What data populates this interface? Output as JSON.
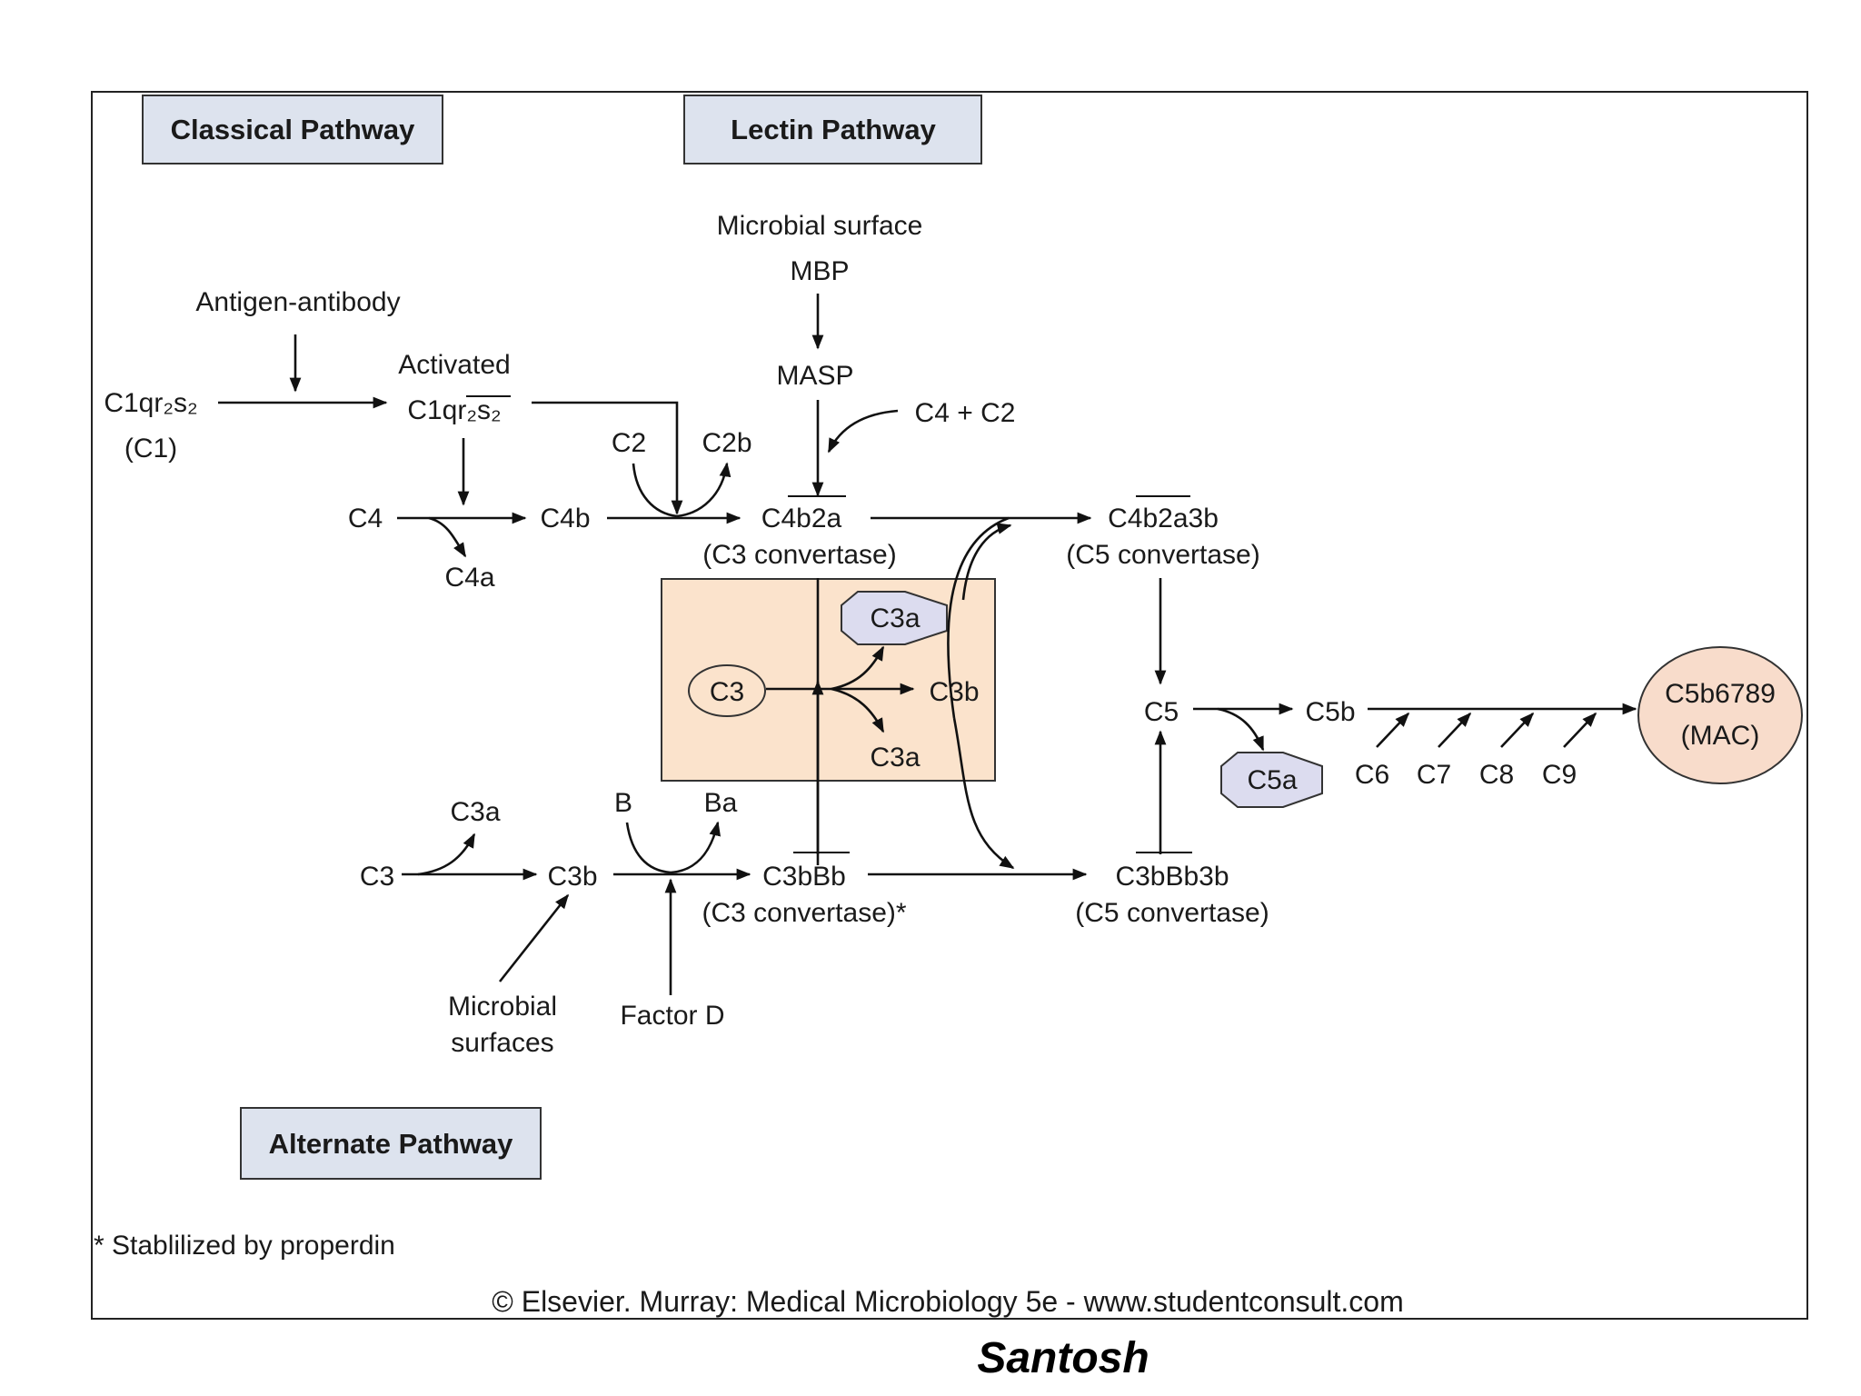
{
  "headers": {
    "classical": "Classical Pathway",
    "lectin": "Lectin Pathway",
    "alternate": "Alternate Pathway"
  },
  "lectin": {
    "surface": "Microbial surface",
    "mbp": "MBP",
    "masp": "MASP",
    "c4c2": "C4 + C2"
  },
  "classical": {
    "antigen": "Antigen-antibody",
    "c1_top": "C1qr₂s₂",
    "c1_sub": "(C1)",
    "activated": "Activated",
    "c1_active": "C1qr₂s₂",
    "c4": "C4",
    "c4a": "C4a",
    "c4b": "C4b",
    "c2": "C2",
    "c2b": "C2b"
  },
  "convertases": {
    "c3_classical": "C4b2a",
    "c3_classical_sub": "(C3 convertase)",
    "c5_classical": "C4b2a3b",
    "c5_classical_sub": "(C5 convertase)",
    "c3_alt": "C3bBb",
    "c3_alt_sub": "(C3 convertase)*",
    "c5_alt": "C3bBb3b",
    "c5_alt_sub": "(C5 convertase)"
  },
  "center": {
    "c3": "C3",
    "c3a_top": "C3a",
    "c3b": "C3b",
    "c3a_bottom": "C3a"
  },
  "alternate": {
    "c3": "C3",
    "c3a": "C3a",
    "c3b": "C3b",
    "b": "B",
    "ba": "Ba",
    "microbial1": "Microbial",
    "microbial2": "surfaces",
    "factor_d": "Factor D"
  },
  "terminal": {
    "c5": "C5",
    "c5a": "C5a",
    "c5b": "C5b",
    "c6": "C6",
    "c7": "C7",
    "c8": "C8",
    "c9": "C9",
    "mac1": "C5b6789",
    "mac2": "(MAC)"
  },
  "footnote": "* Stablilized by properdin",
  "copyright": "© Elsevier. Murray: Medical Microbiology 5e - www.studentconsult.com",
  "signature": "Santosh",
  "colors": {
    "header_fill": "#dde3ee",
    "box_fill": "#fbe3cc",
    "c3a_fill": "#dcdcef",
    "mac_fill": "#f8dccb",
    "c3_oval_fill": "#fbe3cc"
  }
}
